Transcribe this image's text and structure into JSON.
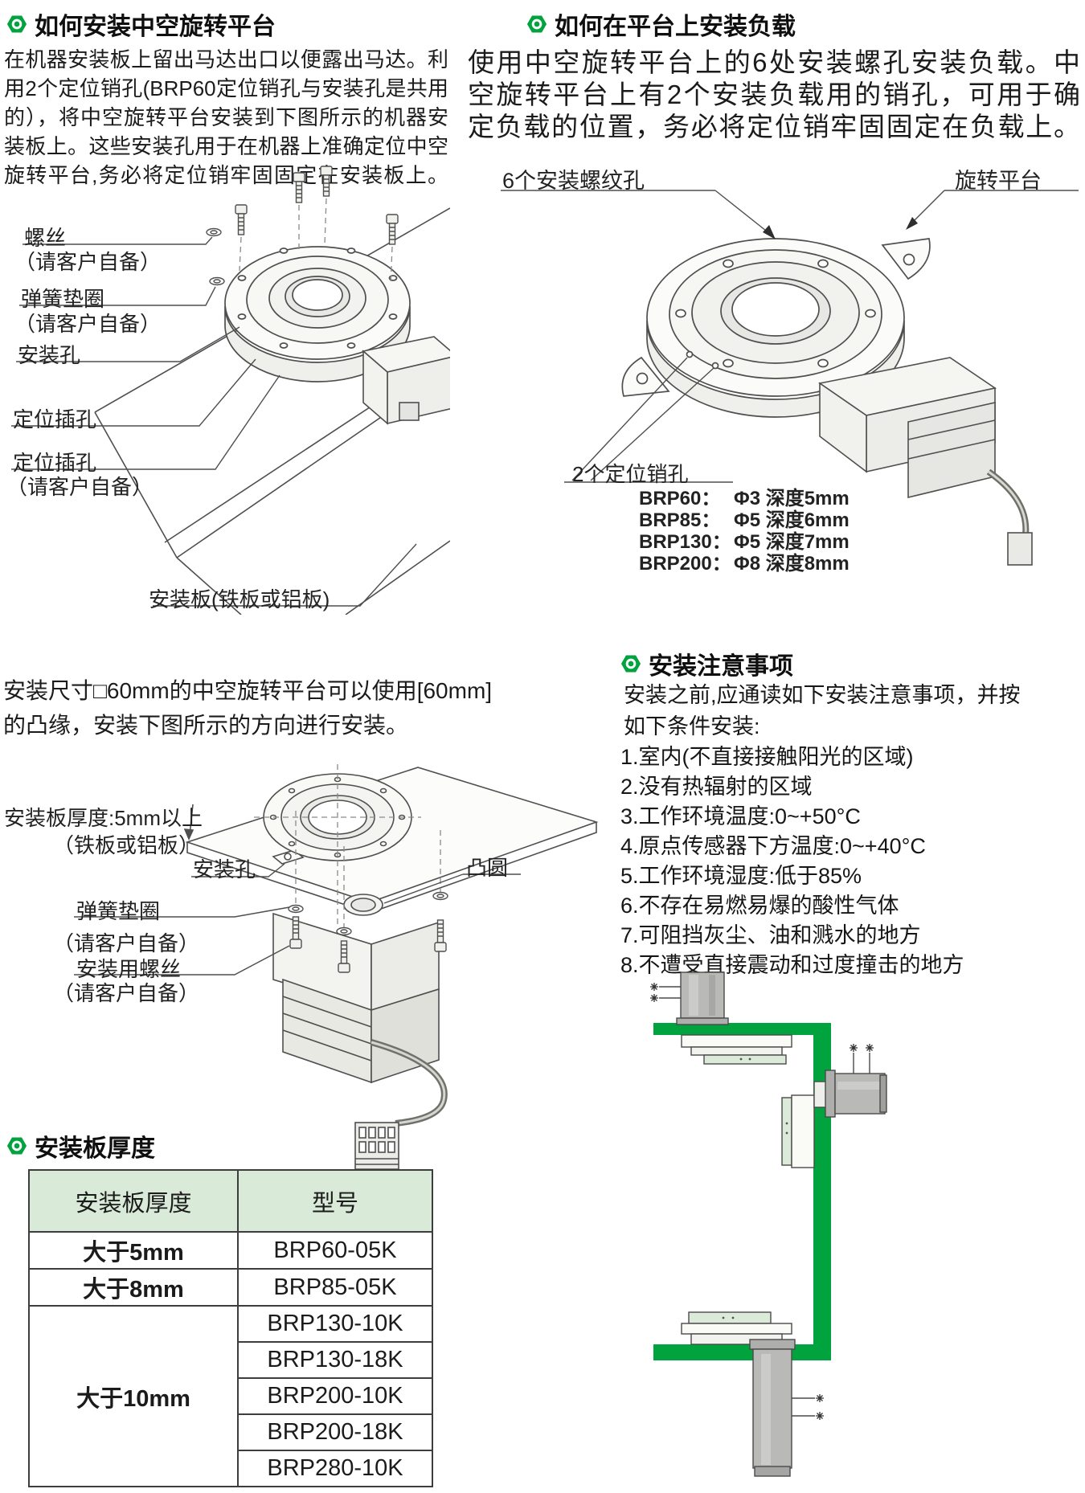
{
  "colors": {
    "accent_green": "#00a33e",
    "table_header_bg": "#d9ead8",
    "plate_green": "#dcead9"
  },
  "section_install": {
    "title": "如何安装中空旋转平台",
    "lines": [
      "在机器安装板上留出马达出口以便露出马达。利",
      "用2个定位销孔(BRP60定位销孔与安装孔是共用",
      "的），将中空旋转平台安装到下图所示的机器安",
      "装板上。这些安装孔用于在机器上准确定位中空",
      "旋转平台,务必将定位销牢固固定在安装板上。"
    ]
  },
  "diagram_install": {
    "labels": {
      "screw": "螺丝",
      "screw_note": "（请客户自备）",
      "spring_washer": "弹簧垫圈",
      "spring_washer_note": "（请客户自备）",
      "mounting_hole": "安装孔",
      "pin_hole_1": "定位插孔",
      "pin_hole_2": "定位插孔",
      "pin_hole_note": "（请客户自备）",
      "mounting_plate": "安装板(铁板或铝板)"
    }
  },
  "section_load": {
    "title": "如何在平台上安装负载",
    "lines": [
      "使用中空旋转平台上的6处安装螺孔安装负载。中",
      "空旋转平台上有2个安装负载用的销孔，可用于确",
      "定负载的位置，务必将定位销牢固固定在负载上。"
    ]
  },
  "diagram_load": {
    "labels": {
      "thread_holes": "6个安装螺纹孔",
      "rotary_table": "旋转平台",
      "pin_holes": "2个定位销孔"
    },
    "pin_specs": [
      {
        "model": "BRP60：",
        "spec": "Φ3 深度5mm"
      },
      {
        "model": "BRP85：",
        "spec": "Φ5 深度6mm"
      },
      {
        "model": "BRP130：",
        "spec": "Φ5 深度7mm"
      },
      {
        "model": "BRP200：",
        "spec": "Φ8 深度8mm"
      }
    ]
  },
  "section_flange": {
    "lines": [
      "安装尺寸□60mm的中空旋转平台可以使用[60mm]",
      "的凸缘，安装下图所示的方向进行安装。"
    ]
  },
  "diagram_flange": {
    "labels": {
      "plate_thickness": "安装板厚度:5mm以上",
      "plate_material": "（铁板或铝板）",
      "mounting_hole": "安装孔",
      "boss": "凸圆",
      "spring_washer": "弹簧垫圈",
      "spring_washer_note": "（请客户自备）",
      "mounting_screw": "安装用螺丝",
      "mounting_screw_note": "（请客户自备）"
    }
  },
  "section_notes": {
    "title": "安装注意事项",
    "intro_lines": [
      "安装之前,应通读如下安装注意事项，并按",
      "如下条件安装:"
    ],
    "items": [
      "1.室内(不直接接触阳光的区域)",
      "2.没有热辐射的区域",
      "3.工作环境温度:0~+50°C",
      "4.原点传感器下方温度:0~+40°C",
      "5.工作环境湿度:低于85%",
      "6.不存在易燃易爆的酸性气体",
      "7.可阻挡灰尘、油和溅水的地方",
      "8.不遭受直接震动和过度撞击的地方"
    ]
  },
  "section_thickness": {
    "title": "安装板厚度",
    "headers": [
      "安装板厚度",
      "型号"
    ],
    "groups": [
      {
        "thickness": "大于5mm",
        "models": [
          "BRP60-05K"
        ]
      },
      {
        "thickness": "大于8mm",
        "models": [
          "BRP85-05K"
        ]
      },
      {
        "thickness": "大于10mm",
        "models": [
          "BRP130-10K",
          "BRP130-18K",
          "BRP200-10K",
          "BRP200-18K",
          "BRP280-10K"
        ]
      }
    ]
  }
}
